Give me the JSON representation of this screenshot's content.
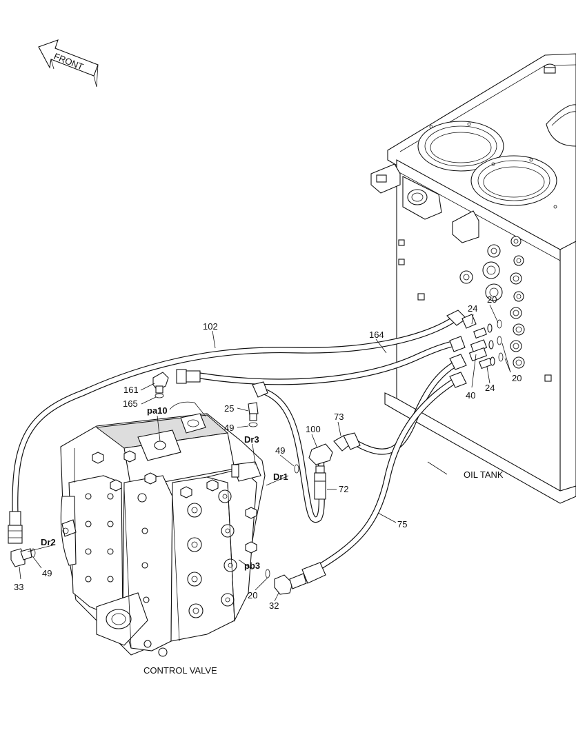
{
  "diagram": {
    "front_arrow_label": "FRONT",
    "assemblies": {
      "oil_tank": "OIL TANK",
      "control_valve": "CONTROL VALVE"
    },
    "port_labels": {
      "pa10": "pa10",
      "dr3": "Dr3",
      "dr1": "Dr1",
      "dr2": "Dr2",
      "pb3": "pb3"
    },
    "part_numbers": {
      "p102": "102",
      "p164": "164",
      "p161": "161",
      "p165": "165",
      "p25": "25",
      "p49_dr3": "49",
      "p49_dr1": "49",
      "p49_dr2": "49",
      "p100": "100",
      "p73": "73",
      "p72": "72",
      "p75": "75",
      "p24_top": "24",
      "p24_bottom": "24",
      "p20_top": "20",
      "p20_right": "20",
      "p20_pb3": "20",
      "p40": "40",
      "p33": "33",
      "p32": "32"
    }
  }
}
